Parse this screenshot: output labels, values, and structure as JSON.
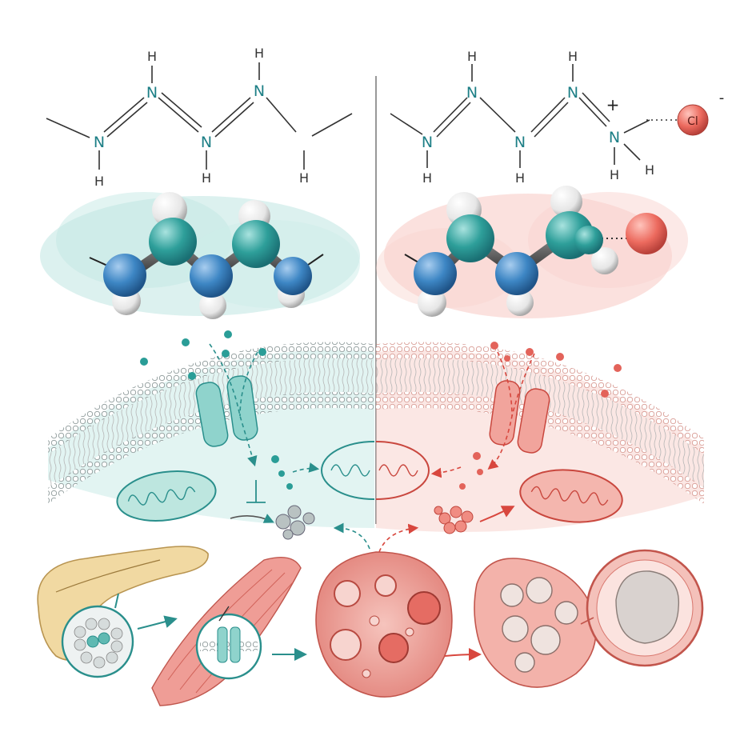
{
  "left_structure": {
    "atoms": [
      "N",
      "N",
      "N",
      "N"
    ],
    "hydrogens": [
      "H",
      "H",
      "H",
      "H",
      "H"
    ]
  },
  "right_structure": {
    "atoms": [
      "N",
      "N",
      "N",
      "N"
    ],
    "hydrogens": [
      "H",
      "H",
      "H",
      "H",
      "H",
      "H"
    ],
    "charge_plus": "+",
    "counter_ion": "Cl",
    "charge_minus": "-"
  },
  "colors": {
    "teal": "#2a9d97",
    "teal_light": "#bfe6e2",
    "coral": "#e3635a",
    "coral_light": "#f7c9c3",
    "nitrogen_label": "#1d7f86",
    "bond": "#333333"
  }
}
